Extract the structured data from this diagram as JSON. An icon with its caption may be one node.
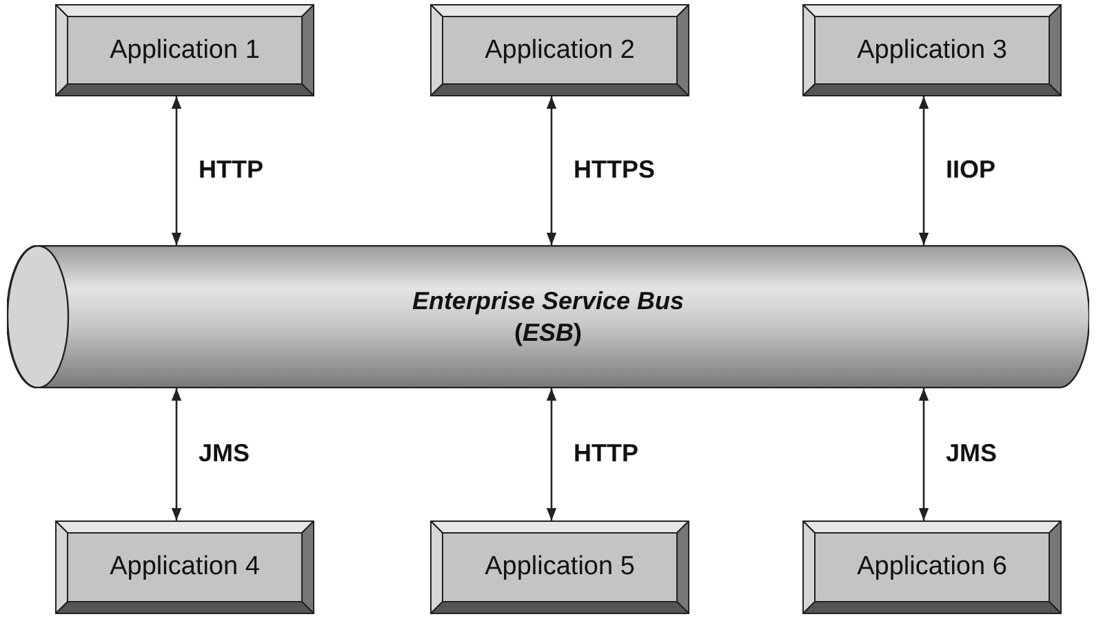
{
  "diagram": {
    "nodes": [
      {
        "text": [
          "Application 1"
        ]
      },
      {
        "text": [
          "Application 2"
        ]
      },
      {
        "text": [
          "Application 3"
        ]
      },
      {
        "text": [
          "*Enterprise Service Bus* (*ESB*)"
        ]
      },
      {
        "text": [
          "Application 4"
        ]
      },
      {
        "text": [
          "Application 5"
        ]
      },
      {
        "text": [
          "Application 6"
        ]
      }
    ],
    "edges": [
      {
        "from": 0,
        "to": 3,
        "arrow": "both",
        "label": "HTTP"
      },
      {
        "from": 1,
        "to": 3,
        "arrow": "both",
        "label": "HTTPS"
      },
      {
        "from": 2,
        "to": 3,
        "arrow": "both",
        "label": "IIOP"
      },
      {
        "from": 3,
        "to": 4,
        "arrow": "both",
        "label": "JMS"
      },
      {
        "from": 3,
        "to": 5,
        "arrow": "both",
        "label": "HTTP"
      },
      {
        "from": 3,
        "to": 6,
        "arrow": "both",
        "label": "JMS"
      }
    ]
  }
}
